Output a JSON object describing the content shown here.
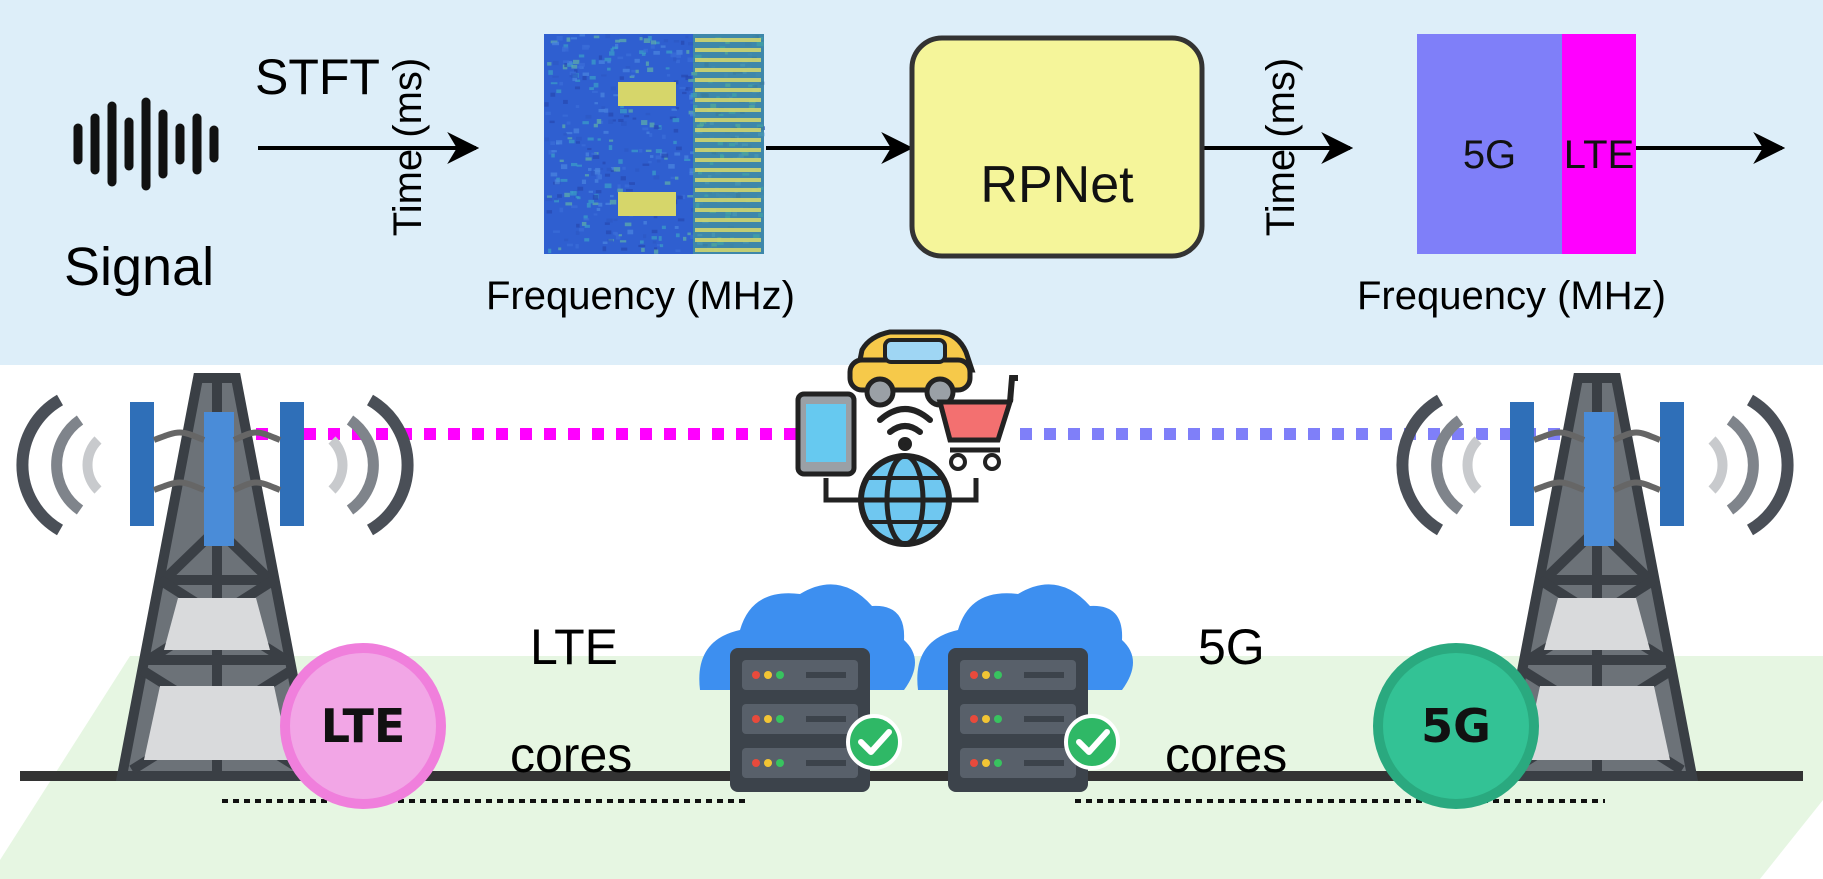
{
  "top_panel": {
    "signal_label": "Signal",
    "stft_label": "STFT",
    "spectrogram": {
      "y_axis_label": "Time (ms)",
      "x_axis_label": "Frequency (MHz)"
    },
    "model_label": "RPNet",
    "output": {
      "y_axis_label": "Time (ms)",
      "x_axis_label": "Frequency (MHz)",
      "segments": [
        {
          "label": "5G",
          "color": "#7f7ff9"
        },
        {
          "label": "LTE",
          "color": "#ff00ff"
        }
      ]
    }
  },
  "bottom_panel": {
    "lte_link_color": "#ff00ff",
    "nr_link_color": "#7f7ff9",
    "lte_badge": "LTE",
    "nr_badge": "5G",
    "lte_cores_line1": "LTE",
    "lte_cores_line2": "cores",
    "nr_cores_line1": "5G",
    "nr_cores_line2": "cores",
    "icons": [
      "cell-tower-icon",
      "cell-tower-icon",
      "car-icon",
      "phone-icon",
      "wifi-icon",
      "shopping-cart-icon",
      "globe-icon",
      "cloud-server-icon",
      "cloud-server-icon",
      "check-icon"
    ]
  },
  "colors": {
    "top_bg": "#ddeef9",
    "ground": "#e6f6e2",
    "rpnet_fill": "#f5f59a",
    "lte_badge_fill": "#f2a6e6",
    "nr_badge_fill": "#33c295",
    "check": "#2fb866",
    "cloud": "#3d8ff0"
  }
}
